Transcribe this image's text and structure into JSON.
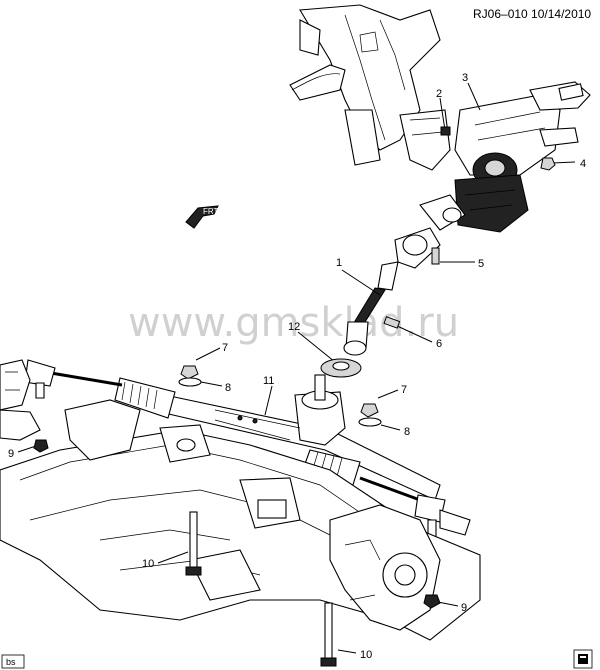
{
  "header": {
    "ref_code": "RJ06–010  10/14/2010"
  },
  "watermark": "www.gmsklad.ru",
  "footer": {
    "tag": "bs"
  },
  "orientation_arrow": {
    "label": "FRT"
  },
  "callouts": [
    {
      "id": "c1",
      "num": "1"
    },
    {
      "id": "c2",
      "num": "2"
    },
    {
      "id": "c3",
      "num": "3"
    },
    {
      "id": "c4",
      "num": "4"
    },
    {
      "id": "c5",
      "num": "5"
    },
    {
      "id": "c6",
      "num": "6"
    },
    {
      "id": "c7a",
      "num": "7"
    },
    {
      "id": "c7b",
      "num": "7"
    },
    {
      "id": "c8a",
      "num": "8"
    },
    {
      "id": "c8b",
      "num": "8"
    },
    {
      "id": "c9a",
      "num": "9"
    },
    {
      "id": "c9b",
      "num": "9"
    },
    {
      "id": "c10a",
      "num": "10"
    },
    {
      "id": "c10b",
      "num": "10"
    },
    {
      "id": "c11",
      "num": "11"
    },
    {
      "id": "c12",
      "num": "12"
    }
  ]
}
